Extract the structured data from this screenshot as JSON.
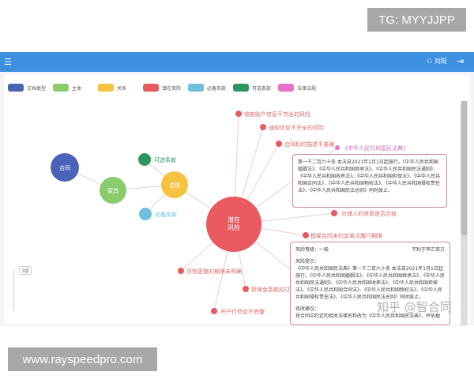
{
  "watermarks": {
    "tg": "TG: MYYJJPP",
    "site": "www.rayspeedpro.com",
    "zhihu": "知乎 @智合同"
  },
  "header": {
    "user": "刘阳",
    "menu_icon": "menu-icon",
    "logout_icon": "logout-icon",
    "user_icon": "user-icon",
    "color": "#3d8fe0"
  },
  "legend": [
    {
      "label": "文档类型",
      "color": "#4a62b8"
    },
    {
      "label": "主体",
      "color": "#8acb6e"
    },
    {
      "label": "关系",
      "color": "#f5c342"
    },
    {
      "label": "潜在风险",
      "color": "#e85a5f"
    },
    {
      "label": "必备条款",
      "color": "#6ec0dc"
    },
    {
      "label": "可选条款",
      "color": "#2e9460"
    },
    {
      "label": "法律法规",
      "color": "#e372c8"
    }
  ],
  "graph": {
    "nodes": {
      "contract": "合同",
      "party": "家具",
      "relation": "法院",
      "optional": "可选条款",
      "required": "必备条款",
      "risk": "潜在风险",
      "law": "《中华人民共和国民法典》"
    },
    "risks": [
      "收款账户信息不齐全的风险",
      "通知信息不齐全的风险",
      "合同标的描述不准确",
      "仓储人的资质是否合格",
      "框架合同未约定单次履行期限",
      "货物更换的期限未明确",
      "担保金条款应过",
      "开户行信息不完整"
    ]
  },
  "tooltip_law": "第一千二百六十条 本法自2021年1月1日起施行。《中华人民共和国婚姻法》、《中华人民共和国继承法》、《中华人民共和国民法通则》、《中华人民共和国收养法》、《中华人民共和国担保法》、《中华人民共和国合同法》、《中华人民共和国物权法》、《中华人民共和国侵权责任法》、《中华人民共和国民法总则》同时废止。",
  "tooltip_risk": {
    "level_label": "风险等级：一般",
    "side": "不利于甲乙双方",
    "hint_title": "风险提示：",
    "hint": "《中华人民共和国民法典》第一千二百六十条 本法自2021年1月1日起施行。《中华人民共和国婚姻法》、《中华人民共和国继承法》、《中华人民共和国民法通则》、《中华人民共和国收养法》、《中华人民共和国担保法》、《中华人民共和国合同法》、《中华人民共和国物权法》、《中华人民共和国侵权责任法》、《中华人民共和国民法总则》同时废止。",
    "advice_title": "修改建议：",
    "advice": "将合同中约定的相关法律名称改为《中华人民共和国民法典》，并依据"
  },
  "level": "3级"
}
